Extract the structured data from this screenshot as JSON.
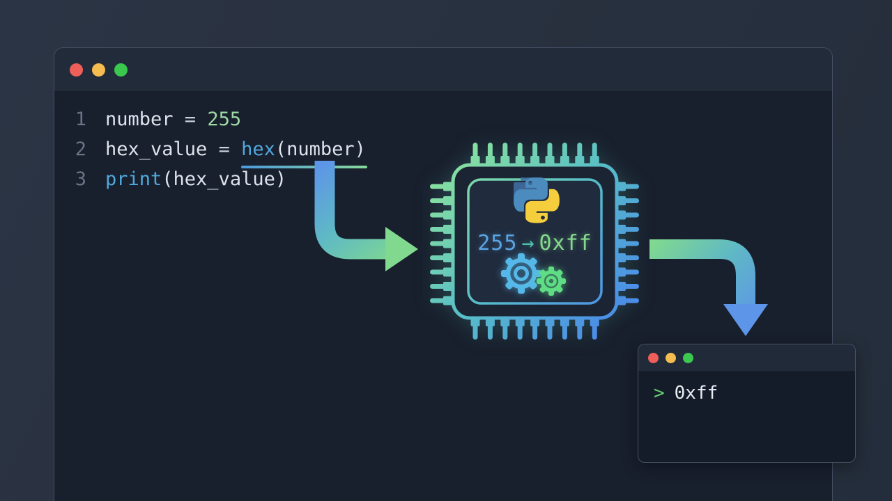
{
  "editor": {
    "window_buttons": [
      "close",
      "minimize",
      "maximize"
    ],
    "lines": [
      {
        "num": "1",
        "t0": "number",
        "t1": " = ",
        "t2": "255"
      },
      {
        "num": "2",
        "t0": "hex_value",
        "t1": " = ",
        "t2": "hex",
        "t3": "(number)"
      },
      {
        "num": "3",
        "t0": "print",
        "t1": "(hex_value)"
      }
    ]
  },
  "chip": {
    "input": "255",
    "arrow": "→",
    "output": "0xff",
    "pins_per_side": 9,
    "logo": "python-logo"
  },
  "terminal": {
    "prompt": ">",
    "output": "0xff"
  },
  "colors": {
    "traffic_red": "#ee5f59",
    "traffic_yellow": "#f5bd4f",
    "traffic_green": "#3ac84f",
    "flow_blue": "#5d95e8",
    "flow_green": "#7fd98f",
    "chip_gradient_start": "#86dfa0",
    "chip_gradient_end": "#4b8ce8",
    "python_blue": "#4b8bbe",
    "python_yellow": "#f5ce3e",
    "code_number_literal": "#a0d9a6",
    "code_function": "#50a8dc",
    "terminal_prompt_green": "#64cf6e"
  }
}
